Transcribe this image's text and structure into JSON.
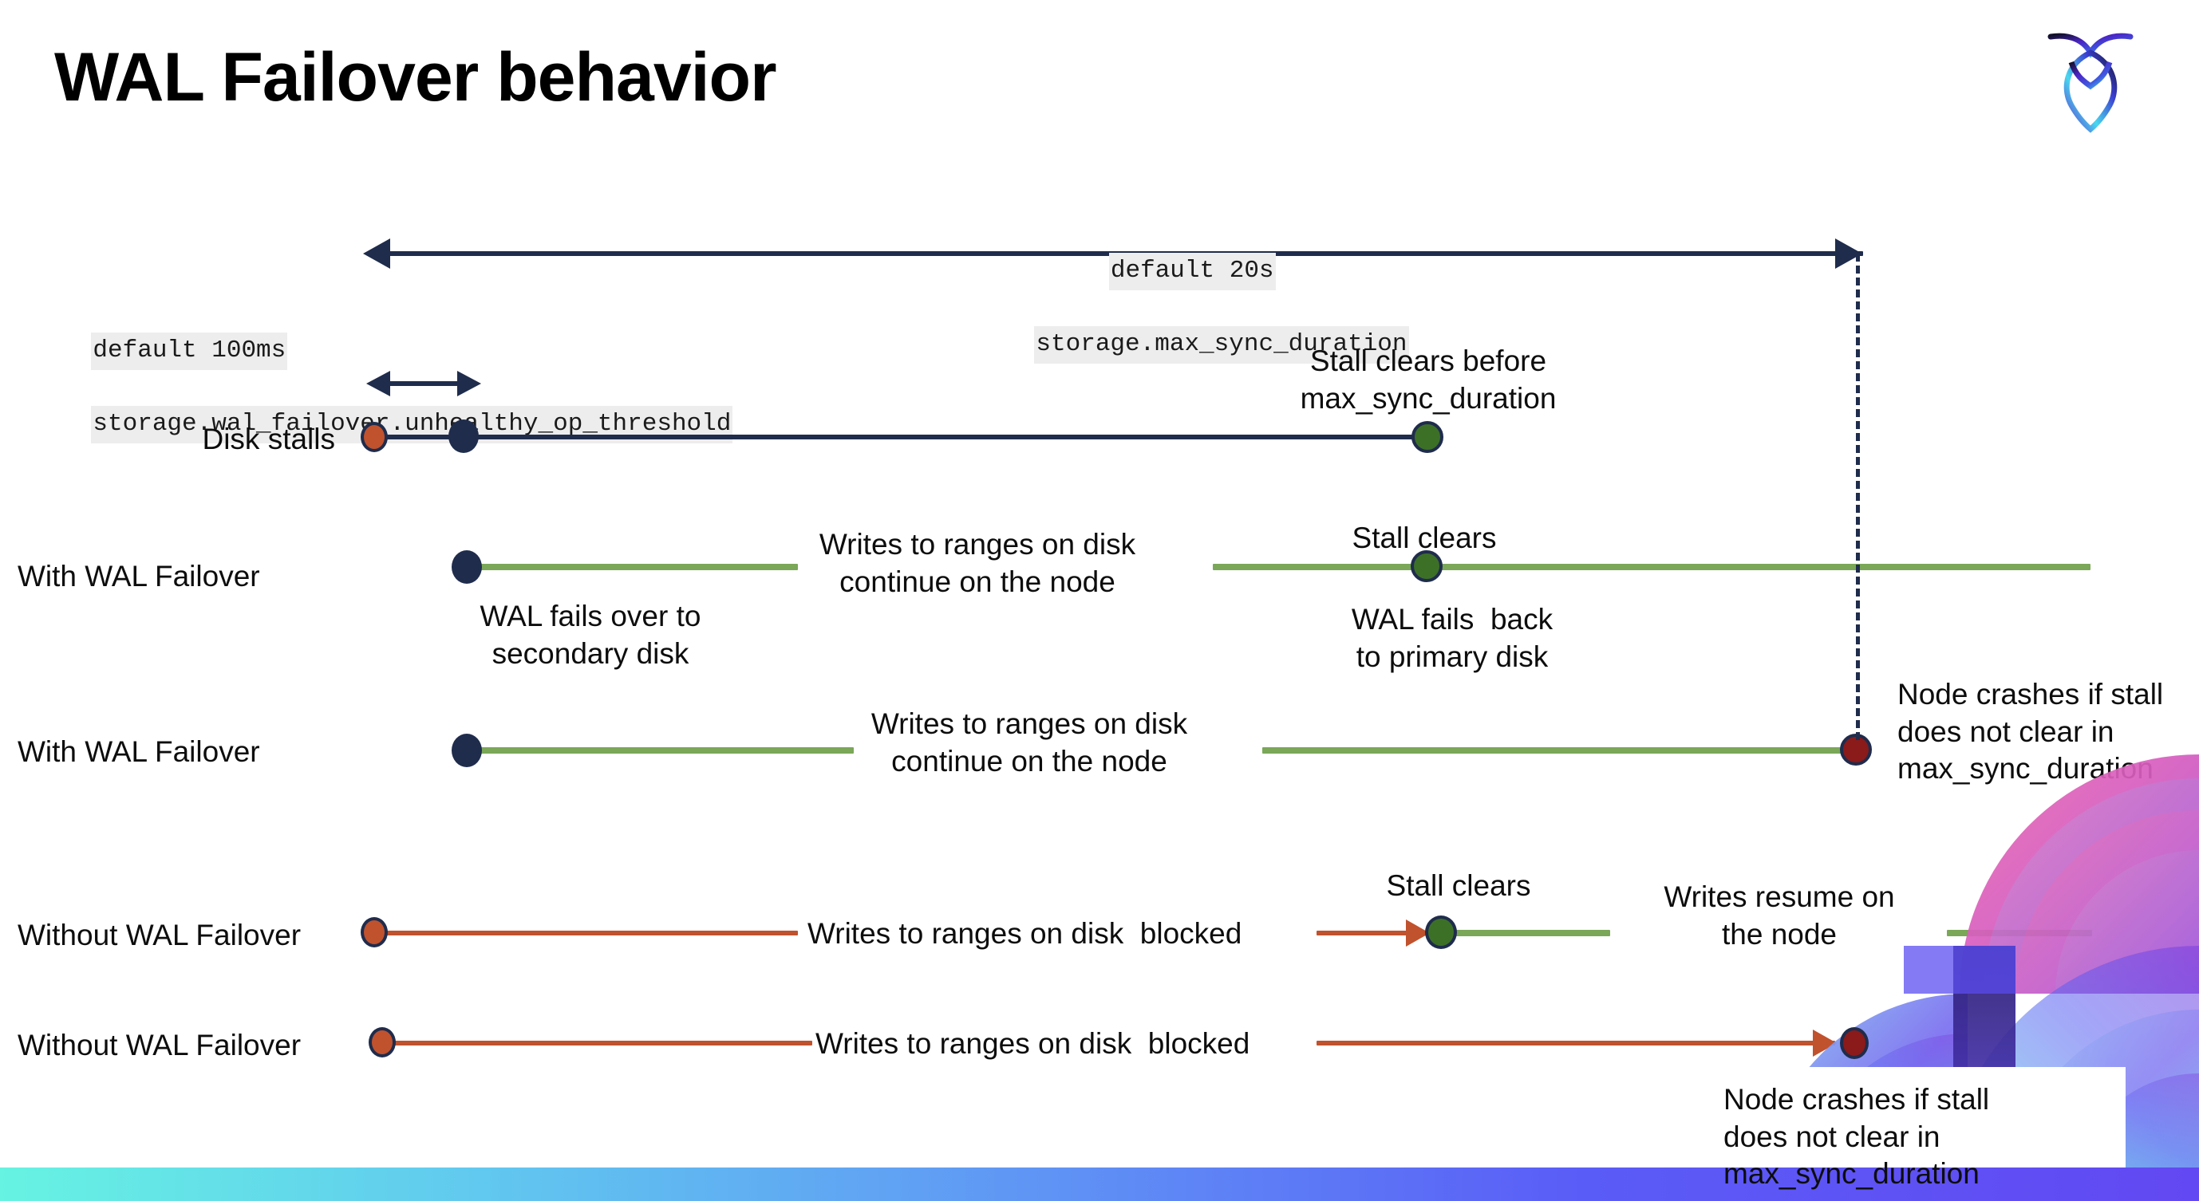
{
  "slide": {
    "title": "WAL Failover behavior",
    "logo_name": "cockroachdb-logo"
  },
  "annotations": {
    "max_sync": {
      "line1": "default 20s",
      "line2": "storage.max_sync_duration"
    },
    "unhealthy_op": {
      "line1": "default 100ms",
      "line2": "storage.wal_failover.unhealthy_op_threshold"
    }
  },
  "rows": [
    {
      "label": "Disk stalls",
      "notes": [
        {
          "text": "Stall clears before\nmax_sync_duration"
        }
      ]
    },
    {
      "label": "With WAL Failover",
      "notes": [
        {
          "text": "Writes to ranges on disk\ncontinue on the node"
        },
        {
          "text": "Stall clears"
        },
        {
          "text": "WAL fails over to\nsecondary disk"
        },
        {
          "text": "WAL fails  back\nto primary disk"
        }
      ]
    },
    {
      "label": "With WAL Failover",
      "notes": [
        {
          "text": "Writes to ranges on disk\ncontinue on the node"
        },
        {
          "text": "Node crashes if stall\ndoes not clear in\nmax_sync_duration"
        }
      ]
    },
    {
      "label": "Without WAL Failover",
      "notes": [
        {
          "text": "Writes to ranges on disk  blocked"
        },
        {
          "text": "Stall clears"
        },
        {
          "text": "Writes resume on\nthe node"
        }
      ]
    },
    {
      "label": "Without WAL Failover",
      "notes": [
        {
          "text": "Writes to ranges on disk  blocked"
        },
        {
          "text": "Node crashes if stall\ndoes not clear in\nmax_sync_duration"
        }
      ]
    }
  ],
  "colors": {
    "navy": "#1f2c4c",
    "green_line": "#7aa758",
    "green_dot": "#3d7027",
    "orange": "#c0522d",
    "dark_red": "#8b1a1a",
    "code_bg": "#ededed"
  }
}
